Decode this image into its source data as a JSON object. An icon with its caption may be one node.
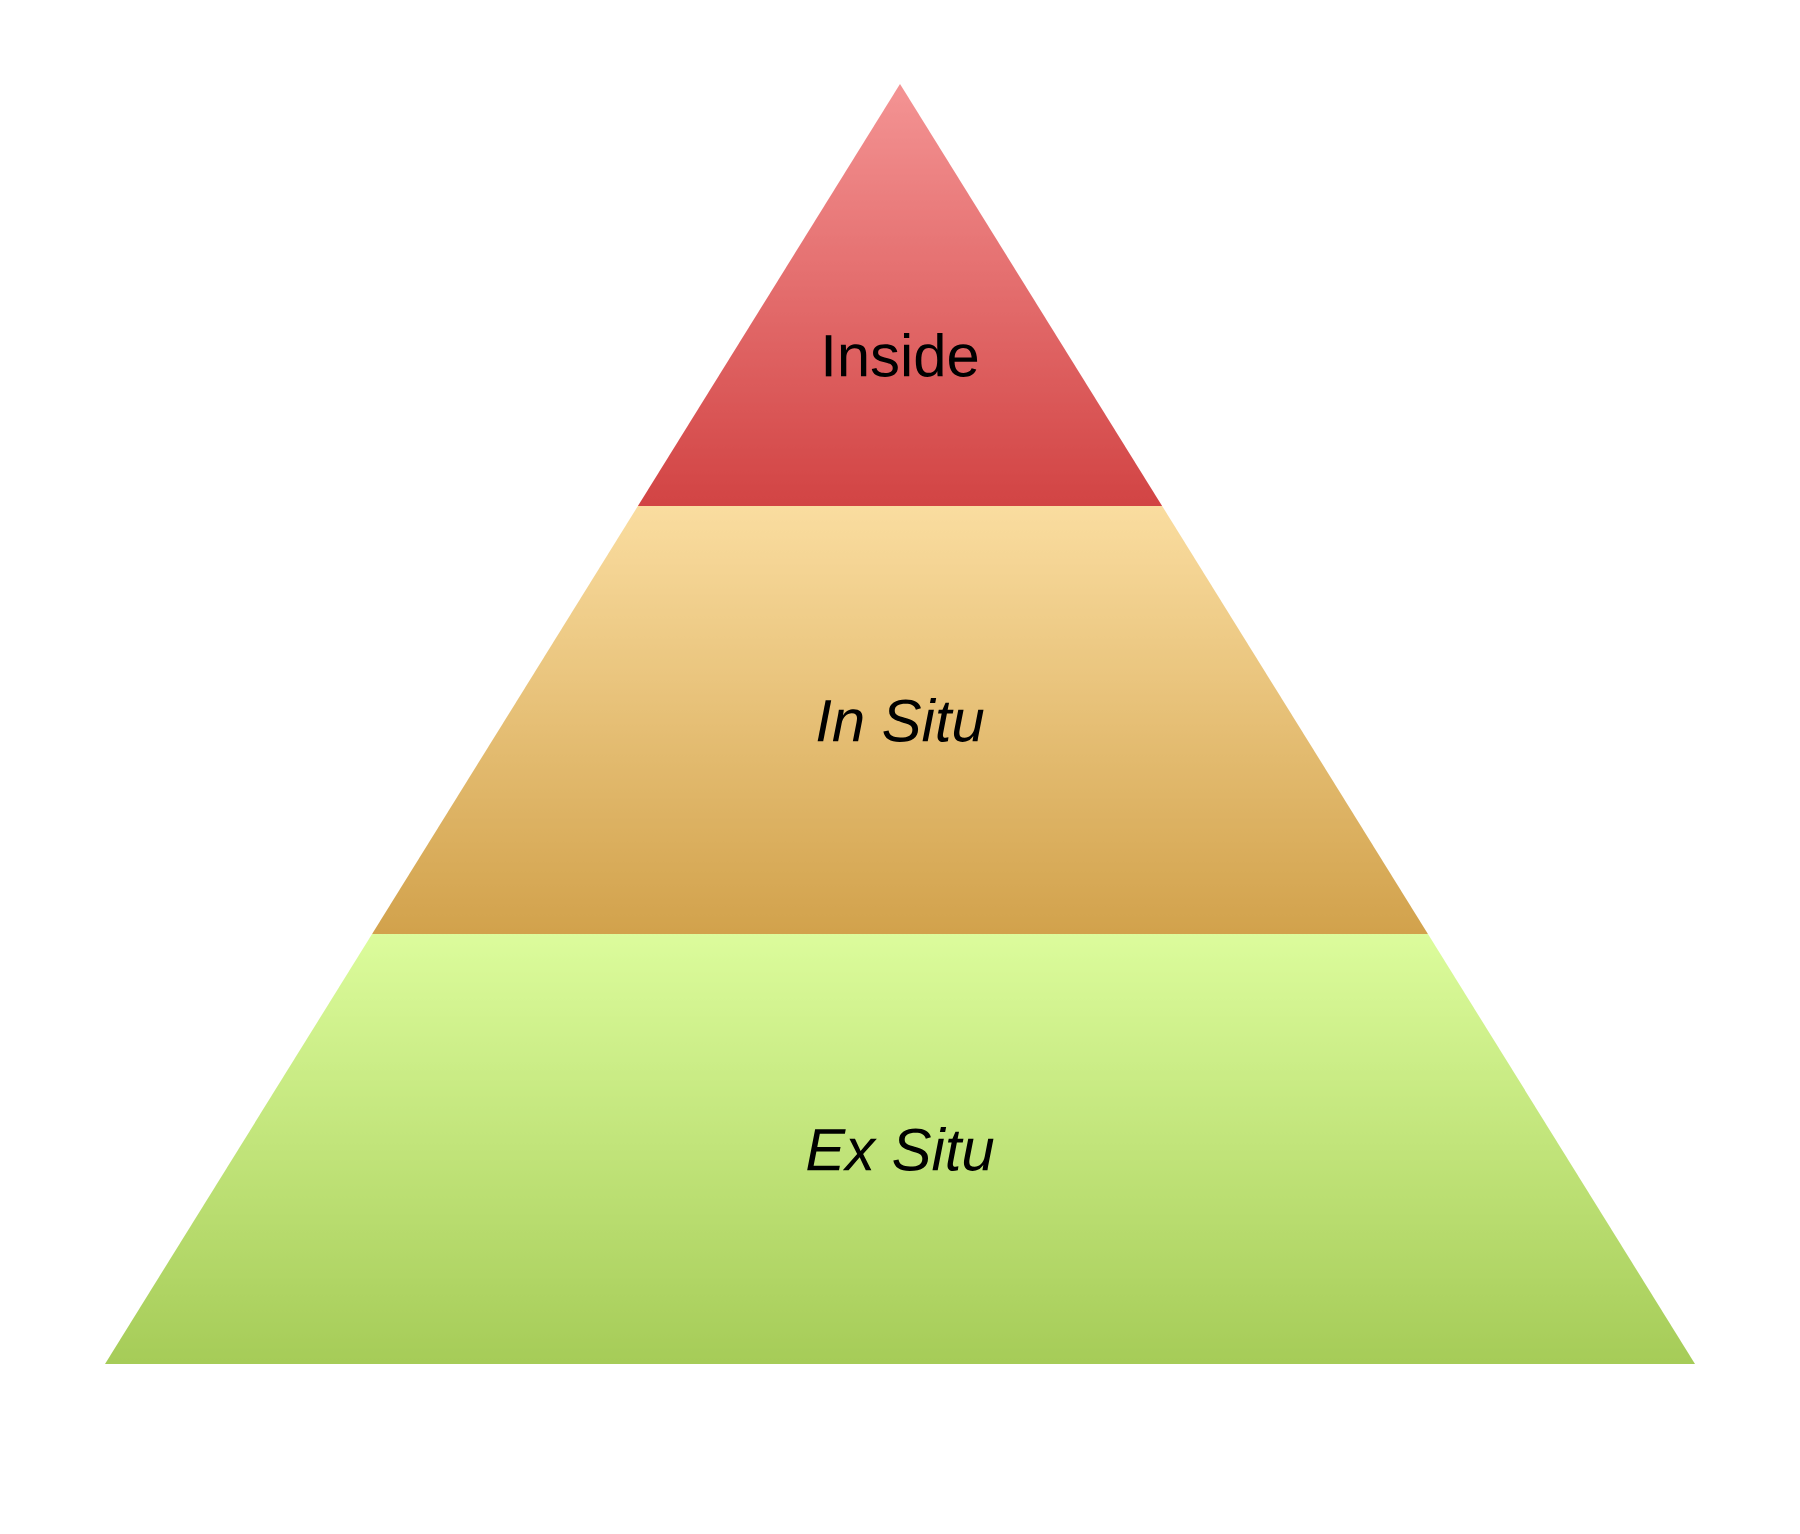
{
  "diagram": {
    "nodes": [
      {
        "text": [
          "Inside"
        ]
      },
      {
        "text": [
          "In Situ"
        ]
      },
      {
        "text": [
          "Ex Situ"
        ]
      }
    ]
  }
}
